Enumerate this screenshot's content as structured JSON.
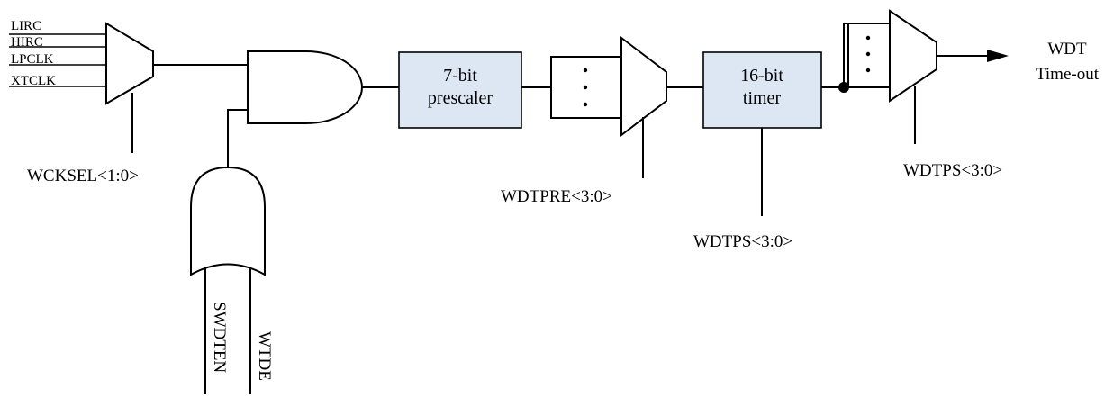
{
  "clock_inputs": [
    "LIRC",
    "HIRC",
    "LPCLK",
    "XTCLK"
  ],
  "labels": {
    "wcksel": "WCKSEL<1:0>",
    "wdtpre": "WDTPRE<3:0>",
    "wdtps_timer": "WDTPS<3:0>",
    "wdtps_out": "WDTPS<3:0>",
    "swdten": "SWDTEN",
    "wtde": "WTDE"
  },
  "blocks": {
    "prescaler": [
      "7-bit",
      "prescaler"
    ],
    "timer": [
      "16-bit",
      "timer"
    ]
  },
  "output": [
    "WDT",
    "Time-out"
  ],
  "colors": {
    "block_fill": "#dde6f3",
    "line": "#000000"
  }
}
